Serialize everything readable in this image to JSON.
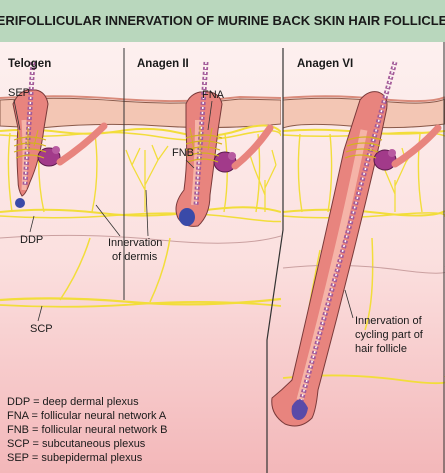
{
  "title": "PERIFOLLICULAR INNERVATION OF MURINE BACK SKIN HAIR FOLLICLES",
  "stages": [
    "Telogen",
    "Anagen II",
    "Anagen VI"
  ],
  "labels": {
    "sep": "SEP",
    "fna": "FNA",
    "fnb": "FNB",
    "ddp": "DDP",
    "scp": "SCP",
    "innervation_dermis_1": "Innervation",
    "innervation_dermis_2": "of dermis",
    "innervation_cycling_1": "Innervation of",
    "innervation_cycling_2": "cycling part of",
    "innervation_cycling_3": "hair follicle"
  },
  "legend": [
    "DDP = deep dermal plexus",
    "FNA = follicular neural network A",
    "FNB = follicular neural network B",
    "SCP = subcutaneous plexus",
    "SEP = subepidermal plexus"
  ],
  "colors": {
    "header_bg": "#b9d7bd",
    "epidermis": "#f3c6b4",
    "dermis": "#fbe3e1",
    "subcutis": "#f4bcbe",
    "nerve": "#f2dd3a",
    "follicle": "#e8847e",
    "sheath": "#f5b4a8",
    "gland": "#a23a8a",
    "papilla": "#5a4aa8",
    "hair_shaft": "#a35a98"
  }
}
